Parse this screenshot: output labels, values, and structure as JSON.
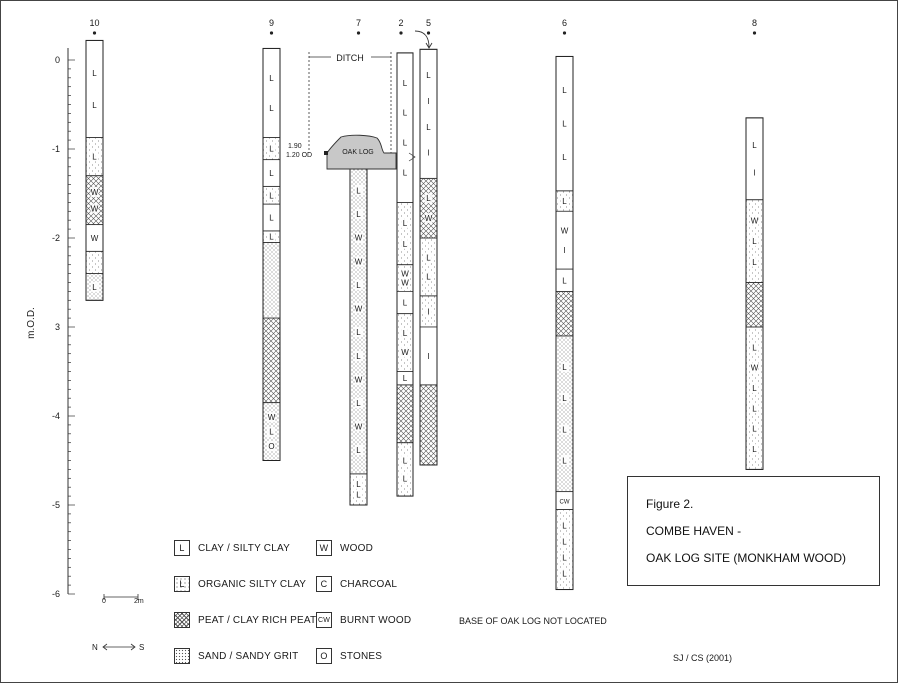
{
  "colors": {
    "line": "#333333",
    "log_fill": "#c8c8c8",
    "pattern": "#555555"
  },
  "axis": {
    "label": "m.O.D.",
    "ticks": [
      "0",
      "-1",
      "-2",
      "3",
      "-4",
      "-5",
      "-6"
    ],
    "range_m": [
      0,
      -6
    ]
  },
  "cores": [
    {
      "id": "10",
      "top": 0.22,
      "bottom": -2.7,
      "layers": [
        {
          "from": 0.22,
          "to": -0.87,
          "type": "clay",
          "marks": [
            "L",
            "L"
          ]
        },
        {
          "from": -0.87,
          "to": -1.3,
          "type": "organic",
          "marks": [
            "L"
          ]
        },
        {
          "from": -1.3,
          "to": -1.85,
          "type": "peat",
          "marks": [
            "W",
            "W"
          ]
        },
        {
          "from": -1.85,
          "to": -2.15,
          "type": "clay",
          "marks": [
            "W"
          ]
        },
        {
          "from": -2.15,
          "to": -2.4,
          "type": "organic",
          "marks": []
        },
        {
          "from": -2.4,
          "to": -2.7,
          "type": "sand",
          "marks": [
            "L"
          ]
        }
      ]
    },
    {
      "id": "9",
      "top": 0.13,
      "bottom": -4.5,
      "layers": [
        {
          "from": 0.13,
          "to": -0.87,
          "type": "clay",
          "marks": [
            "L",
            "L"
          ]
        },
        {
          "from": -0.87,
          "to": -1.12,
          "type": "organic",
          "marks": [
            "L"
          ]
        },
        {
          "from": -1.12,
          "to": -1.42,
          "type": "clay",
          "marks": [
            "L"
          ]
        },
        {
          "from": -1.42,
          "to": -1.62,
          "type": "organic",
          "marks": [
            "L"
          ]
        },
        {
          "from": -1.62,
          "to": -1.92,
          "type": "clay",
          "marks": [
            "L"
          ]
        },
        {
          "from": -1.92,
          "to": -2.05,
          "type": "organic",
          "marks": [
            "L"
          ]
        },
        {
          "from": -2.05,
          "to": -2.9,
          "type": "sand",
          "marks": []
        },
        {
          "from": -2.9,
          "to": -3.85,
          "type": "peat",
          "marks": []
        },
        {
          "from": -3.85,
          "to": -4.5,
          "type": "sand",
          "marks": [
            "W",
            "L",
            "O"
          ]
        }
      ]
    },
    {
      "id": "7",
      "top": -1.2,
      "bottom": -5.0,
      "layers": [
        {
          "from": -1.2,
          "to": -4.65,
          "type": "sand",
          "marks": [
            "L",
            "L",
            "W",
            "W",
            "L",
            "W",
            "L",
            "L",
            "W",
            "L",
            "W",
            "L"
          ]
        },
        {
          "from": -4.65,
          "to": -5.0,
          "type": "organic",
          "marks": [
            "L",
            "L"
          ]
        }
      ]
    },
    {
      "id": "2",
      "top": 0.08,
      "bottom": -4.9,
      "layers": [
        {
          "from": 0.08,
          "to": -1.6,
          "type": "clay",
          "marks": [
            "L",
            "L",
            "L",
            "L"
          ]
        },
        {
          "from": -1.6,
          "to": -2.3,
          "type": "organic",
          "marks": [
            "L",
            "L"
          ]
        },
        {
          "from": -2.3,
          "to": -2.6,
          "type": "organic",
          "marks": [
            "W",
            "W"
          ]
        },
        {
          "from": -2.6,
          "to": -2.85,
          "type": "clay",
          "marks": [
            "L"
          ]
        },
        {
          "from": -2.85,
          "to": -3.5,
          "type": "organic",
          "marks": [
            "L",
            "W"
          ]
        },
        {
          "from": -3.5,
          "to": -3.65,
          "type": "clay",
          "marks": [
            "L"
          ]
        },
        {
          "from": -3.65,
          "to": -4.3,
          "type": "peat",
          "marks": []
        },
        {
          "from": -4.3,
          "to": -4.9,
          "type": "organic",
          "marks": [
            "L",
            "L"
          ]
        }
      ]
    },
    {
      "id": "5",
      "top": 0.12,
      "bottom": -4.55,
      "layers": [
        {
          "from": 0.12,
          "to": -1.33,
          "type": "clay",
          "marks": [
            "L",
            "I",
            "L",
            "I"
          ]
        },
        {
          "from": -1.33,
          "to": -2.0,
          "type": "peat",
          "marks": [
            "L",
            "W"
          ]
        },
        {
          "from": -2.0,
          "to": -2.65,
          "type": "organic",
          "marks": [
            "L",
            "L"
          ]
        },
        {
          "from": -2.65,
          "to": -3.0,
          "type": "organic",
          "marks": [
            "I"
          ]
        },
        {
          "from": -3.0,
          "to": -3.65,
          "type": "clay",
          "marks": [
            "I"
          ]
        },
        {
          "from": -3.65,
          "to": -4.55,
          "type": "peat",
          "marks": []
        }
      ]
    },
    {
      "id": "6",
      "top": 0.04,
      "bottom": -5.95,
      "layers": [
        {
          "from": 0.04,
          "to": -1.47,
          "type": "clay",
          "marks": [
            "L",
            "L",
            "L"
          ]
        },
        {
          "from": -1.47,
          "to": -1.7,
          "type": "organic",
          "marks": [
            "L"
          ]
        },
        {
          "from": -1.7,
          "to": -2.35,
          "type": "clay",
          "marks": [
            "W",
            "I"
          ]
        },
        {
          "from": -2.35,
          "to": -2.6,
          "type": "clay",
          "marks": [
            "L"
          ]
        },
        {
          "from": -2.6,
          "to": -3.1,
          "type": "peat",
          "marks": []
        },
        {
          "from": -3.1,
          "to": -4.85,
          "type": "sand",
          "marks": [
            "L",
            "L",
            "L",
            "L"
          ]
        },
        {
          "from": -4.85,
          "to": -5.05,
          "type": "burnt",
          "marks": [
            "CW"
          ]
        },
        {
          "from": -5.05,
          "to": -5.95,
          "type": "organic",
          "marks": [
            "L",
            "L",
            "L",
            "L"
          ]
        }
      ]
    },
    {
      "id": "8",
      "top": -0.65,
      "bottom": -4.6,
      "layers": [
        {
          "from": -0.65,
          "to": -1.57,
          "type": "clay",
          "marks": [
            "L",
            "I"
          ]
        },
        {
          "from": -1.57,
          "to": -2.5,
          "type": "organic",
          "marks": [
            "W",
            "L",
            "L"
          ]
        },
        {
          "from": -2.5,
          "to": -3.0,
          "type": "peat",
          "marks": []
        },
        {
          "from": -3.0,
          "to": -4.6,
          "type": "organic",
          "marks": [
            "L",
            "W",
            "L",
            "L",
            "L",
            "L"
          ]
        }
      ]
    }
  ],
  "annotations": {
    "ditch_label": "DITCH",
    "oak_log_label": "OAK LOG",
    "log_depth_labels": [
      "1.90",
      "1.20 OD"
    ],
    "base_note": "BASE OF OAK LOG NOT LOCATED",
    "scale_start": "0",
    "scale_end": "2m",
    "north": "N",
    "south": "S",
    "credit": "SJ / CS (2001)"
  },
  "legend": [
    {
      "key": "clay",
      "symbol": "L",
      "label": "CLAY / SILTY CLAY"
    },
    {
      "key": "wood",
      "symbol": "W",
      "label": "WOOD"
    },
    {
      "key": "organic",
      "symbol": "L",
      "label": "ORGANIC SILTY CLAY"
    },
    {
      "key": "charcoal",
      "symbol": "C",
      "label": "CHARCOAL"
    },
    {
      "key": "peat",
      "symbol": "",
      "label": "PEAT / CLAY RICH PEAT"
    },
    {
      "key": "burnt",
      "symbol": "CW",
      "label": "BURNT WOOD"
    },
    {
      "key": "sand",
      "symbol": "",
      "label": "SAND / SANDY GRIT"
    },
    {
      "key": "stones",
      "symbol": "O",
      "label": "STONES"
    }
  ],
  "figure": {
    "number": "Figure 2.",
    "title_line1": "COMBE HAVEN -",
    "title_line2": "OAK LOG SITE (MONKHAM WOOD)"
  }
}
